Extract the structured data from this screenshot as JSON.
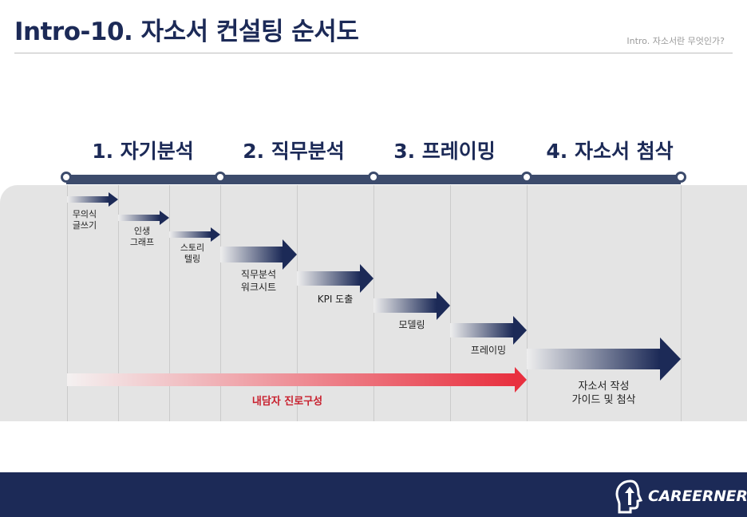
{
  "header": {
    "title": "Intro-10. 자소서 컨설팅 순서도",
    "subtitle": "Intro. 자소서란 무엇인가?"
  },
  "phases": [
    {
      "label": "1. 자기분석"
    },
    {
      "label": "2. 직무분석"
    },
    {
      "label": "3. 프레이밍"
    },
    {
      "label": "4. 자소서 첨삭"
    }
  ],
  "steps": [
    {
      "lines": [
        "무의식",
        "글쓰기"
      ]
    },
    {
      "lines": [
        "인생",
        "그래프"
      ]
    },
    {
      "lines": [
        "스토리",
        "텔링"
      ]
    },
    {
      "lines": [
        "직무분석",
        "워크시트"
      ]
    },
    {
      "lines": [
        "KPI 도출"
      ]
    },
    {
      "lines": [
        "모델링"
      ]
    },
    {
      "lines": [
        "프레이밍"
      ]
    },
    {
      "lines": [
        "자소서 작성",
        "가이드 및 첨삭"
      ]
    }
  ],
  "red_arrow_label": "내담자 진로구성",
  "colors": {
    "navy": "#1c2a57",
    "timeline": "#3c4b6c",
    "red": "#e8303f"
  },
  "footer": {
    "brand": "CAREERNERS"
  }
}
